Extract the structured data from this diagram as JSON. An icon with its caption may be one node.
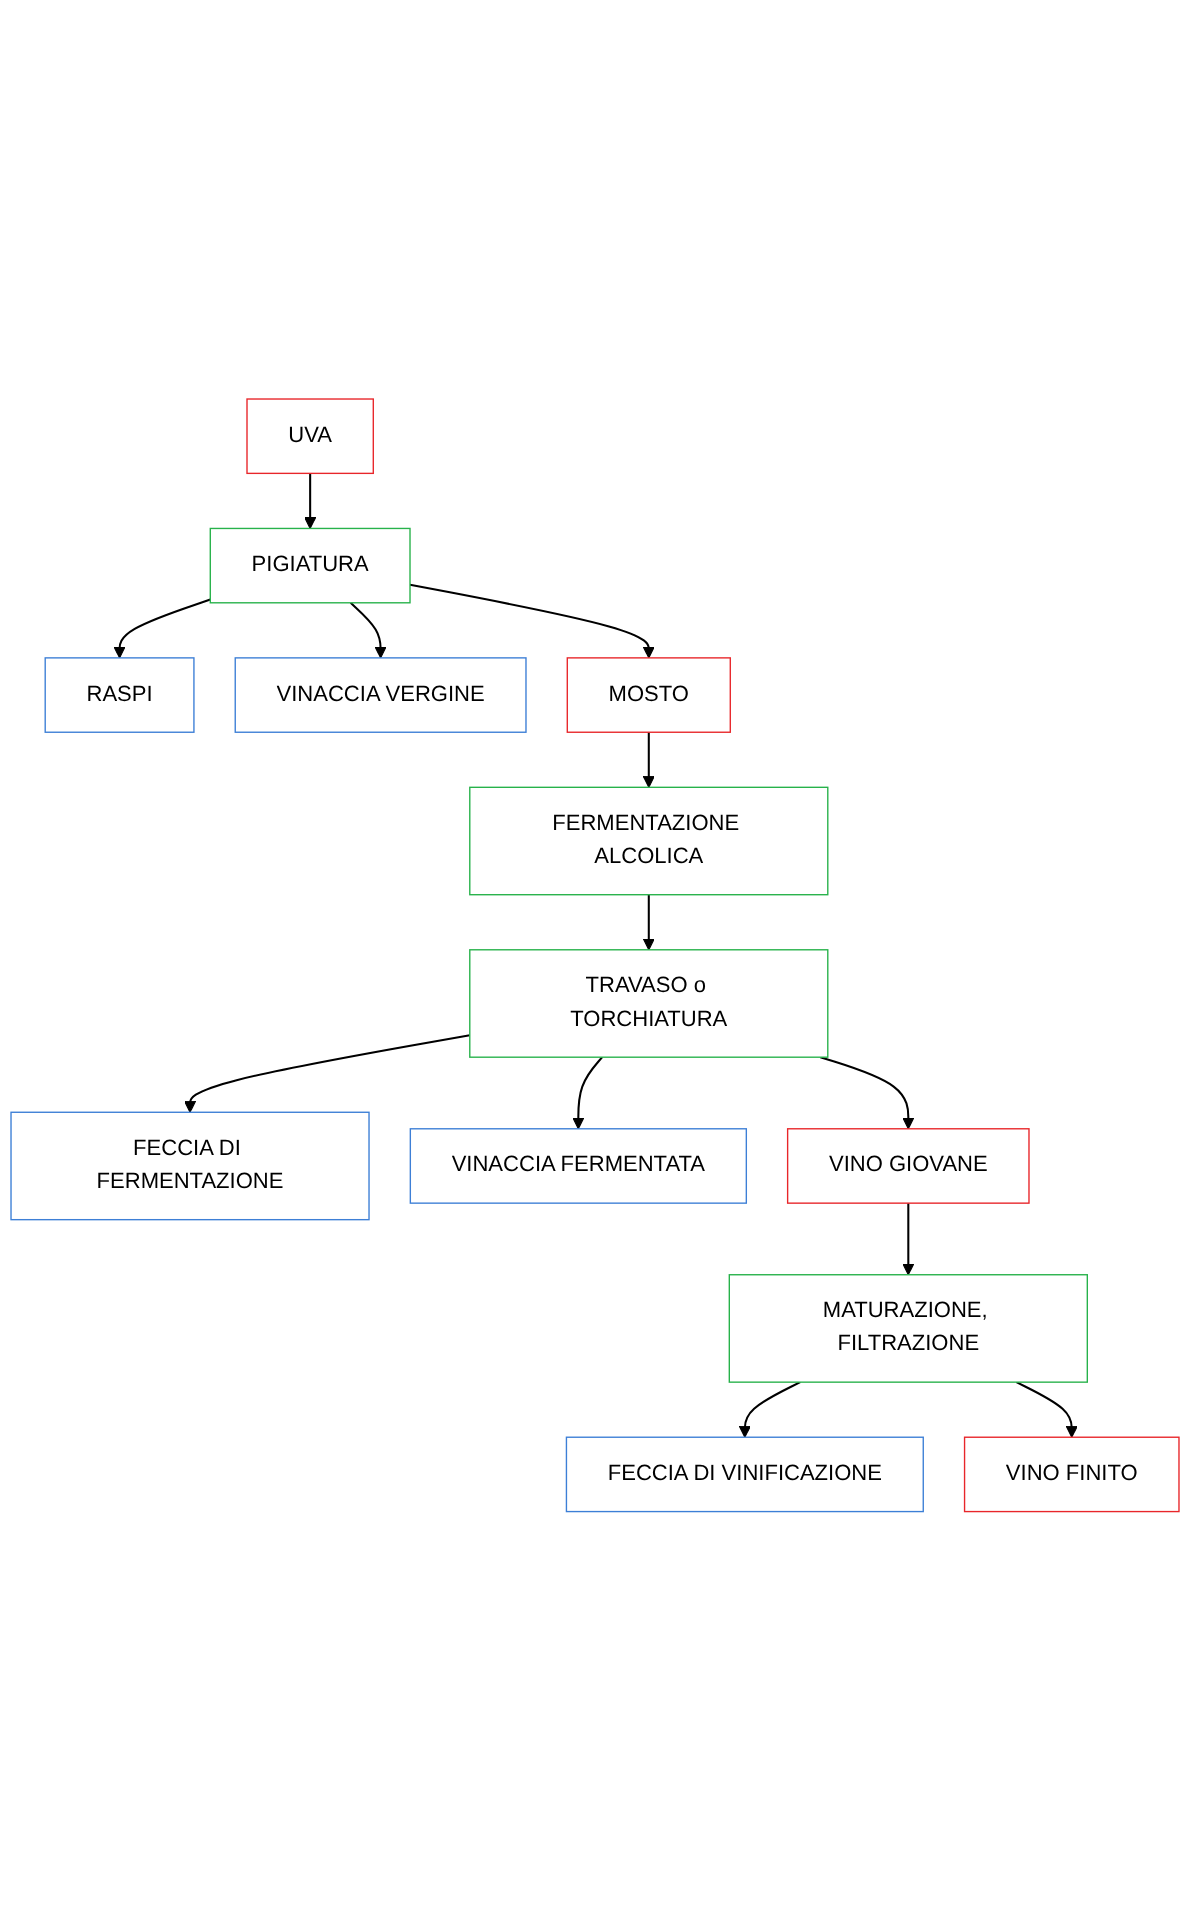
{
  "diagram": {
    "nodes": [
      {
        "text": [
          "UVA"
        ]
      },
      {
        "text": [
          "PIGIATURA"
        ]
      },
      {
        "text": [
          "RASPI"
        ]
      },
      {
        "text": [
          "VINACCIA VERGINE"
        ]
      },
      {
        "text": [
          "MOSTO"
        ]
      },
      {
        "text": [
          "FERMENTAZIONE ALCOLICA"
        ]
      },
      {
        "text": [
          "TRAVASO o TORCHIATURA"
        ]
      },
      {
        "text": [
          "FECCIA DI FERMENTAZIONE"
        ]
      },
      {
        "text": [
          "VINACCIA FERMENTATA"
        ]
      },
      {
        "text": [
          "VINO GIOVANE"
        ]
      },
      {
        "text": [
          "MATURAZIONE, FILTRAZIONE"
        ]
      },
      {
        "text": [
          "FECCIA DI VINIFICAZIONE"
        ]
      },
      {
        "text": [
          "VINO FINITO"
        ]
      }
    ],
    "edges": [
      {
        "from": 0,
        "to": 1,
        "arrow": "to"
      },
      {
        "from": 1,
        "to": 2,
        "arrow": "to"
      },
      {
        "from": 1,
        "to": 3,
        "arrow": "to"
      },
      {
        "from": 1,
        "to": 4,
        "arrow": "to"
      },
      {
        "from": 4,
        "to": 5,
        "arrow": "to"
      },
      {
        "from": 5,
        "to": 6,
        "arrow": "to"
      },
      {
        "from": 6,
        "to": 7,
        "arrow": "to"
      },
      {
        "from": 6,
        "to": 8,
        "arrow": "to"
      },
      {
        "from": 6,
        "to": 9,
        "arrow": "to"
      },
      {
        "from": 9,
        "to": 10,
        "arrow": "to"
      },
      {
        "from": 10,
        "to": 11,
        "arrow": "to"
      },
      {
        "from": 10,
        "to": 12,
        "arrow": "to"
      }
    ]
  }
}
